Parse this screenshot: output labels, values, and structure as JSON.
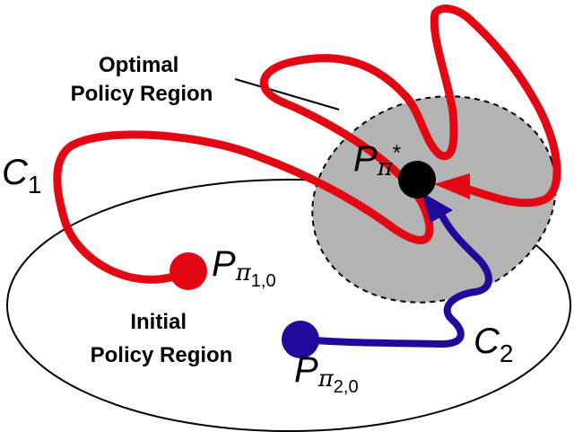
{
  "labels": {
    "optimal_region_line1": "Optimal",
    "optimal_region_line2": "Policy Region",
    "initial_region_line1": "Initial",
    "initial_region_line2": "Policy Region"
  },
  "curves": {
    "c1": {
      "letter": "C",
      "subscript": "1",
      "color": "#e30613"
    },
    "c2": {
      "letter": "C",
      "subscript": "2",
      "color": "#1f0a9c"
    }
  },
  "points": {
    "optimal": {
      "base": "P",
      "sub": "π",
      "sup": "*",
      "color": "#000000"
    },
    "start1": {
      "base": "P",
      "sub": "π",
      "subsub": "1,0",
      "color": "#e30613"
    },
    "start2": {
      "base": "P",
      "sub": "π",
      "subsub": "2,0",
      "color": "#1f0a9c"
    }
  },
  "colors": {
    "optimal_region_fill": "#b3b3b3",
    "initial_region_stroke": "#000000"
  }
}
